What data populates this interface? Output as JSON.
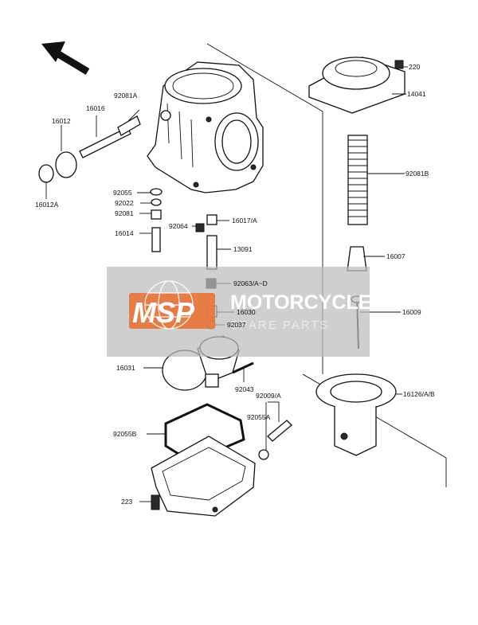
{
  "diagram": {
    "part_labels": {
      "p220": "220",
      "p14041": "14041",
      "p92081B": "92081B",
      "p16007": "16007",
      "p16009": "16009",
      "p16126": "16126/A/B",
      "p92081A": "92081A",
      "p16016": "16016",
      "p16012": "16012",
      "p16012A": "16012A",
      "p92055": "92055",
      "p92022": "92022",
      "p92081": "92081",
      "p16014": "16014",
      "p92064": "92064",
      "p16017": "16017/A",
      "p13091": "13091",
      "p92063": "92063/A~D",
      "p16030": "16030",
      "p92037": "92037",
      "p16031": "16031",
      "p92043": "92043",
      "p92009": "92009/A",
      "p92055A": "92055A",
      "p92055B": "92055B",
      "p223": "223"
    },
    "colors": {
      "line": "#111111",
      "watermark_band": "#c9c9c9",
      "logo_orange": "#e8733a"
    }
  },
  "watermark": {
    "logo": "MSP",
    "line1": "MOTORCYCLE",
    "line2": "SPARE PARTS"
  }
}
